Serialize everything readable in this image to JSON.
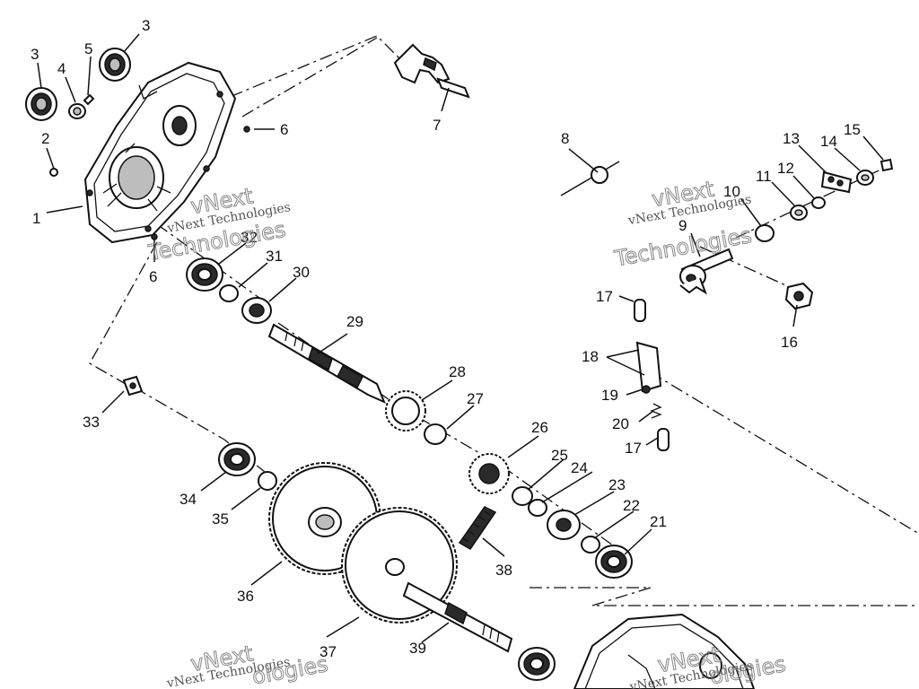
{
  "watermarks": {
    "w1a": "vNext Technologies",
    "w1b": "vNext",
    "w1c": "Technologies",
    "w2a": "vNext Technologies",
    "w2b": "vNext",
    "w2c": "Technologies",
    "w3a": "vNext Technologies",
    "w3b": "vNext",
    "w3c": "ologies",
    "w4a": "vNext Technologies",
    "w4b": "vNext",
    "w4c": "ologies"
  },
  "callouts": {
    "c1": "1",
    "c2": "2",
    "c3a": "3",
    "c3b": "3",
    "c4": "4",
    "c5": "5",
    "c6a": "6",
    "c6b": "6",
    "c7": "7",
    "c8": "8",
    "c9": "9",
    "c10": "10",
    "c11": "11",
    "c12": "12",
    "c13": "13",
    "c14": "14",
    "c15": "15",
    "c16": "16",
    "c17a": "17",
    "c17b": "17",
    "c18": "18",
    "c19": "19",
    "c20": "20",
    "c21": "21",
    "c22": "22",
    "c23": "23",
    "c24": "24",
    "c25": "25",
    "c26": "26",
    "c27": "27",
    "c28": "28",
    "c29": "29",
    "c30": "30",
    "c31": "31",
    "c32": "32",
    "c33": "33",
    "c34": "34",
    "c35": "35",
    "c36": "36",
    "c37": "37",
    "c38": "38",
    "c39": "39"
  }
}
